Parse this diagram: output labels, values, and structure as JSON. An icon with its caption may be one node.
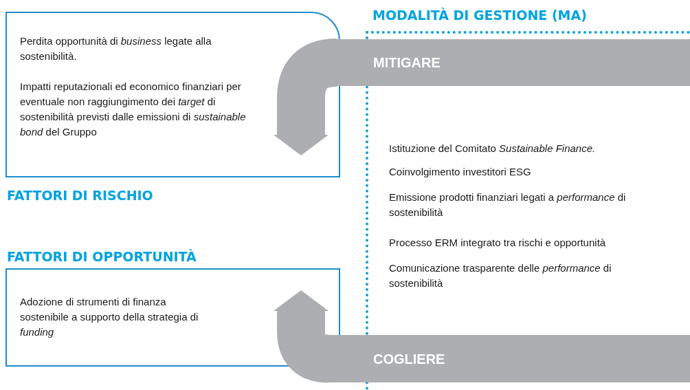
{
  "diagram": {
    "nodes": [
      {
        "text": [
          "Perdita opportunità di *business* legate alla sostenibilità.",
          "Impatti reputazionali ed economico finanziari per eventuale non raggiungimento dei *target* di sostenibilità previsti dalle emissioni di *sustainable bond* del Gruppo",
          "FATTORI DI RISCHIO"
        ]
      },
      {
        "text": [
          "FATTORI DI OPPORTUNITÀ",
          "Adozione di strumenti di finanza sostenibile a supporto della strategia di *funding*"
        ]
      },
      {
        "text": [
          "MODALITÀ DI GESTIONE (MA)",
          "Istituzione del Comitato *Sustainable Finance.*",
          "Coinvolgimento investitori ESG",
          "Emissione prodotti finanziari legati a *performance* di sostenibilità",
          "Processo ERM integrato tra rischi e opportunità",
          "Comunicazione trasparente delle *performance* di sostenibilità"
        ]
      },
      {
        "text": [
          "MITIGARE"
        ]
      },
      {
        "text": [
          "COGLIERE"
        ]
      }
    ],
    "edges": [
      {
        "from": 3,
        "to": 0,
        "arrow": "to"
      },
      {
        "from": 4,
        "to": 1,
        "arrow": "to"
      }
    ]
  }
}
